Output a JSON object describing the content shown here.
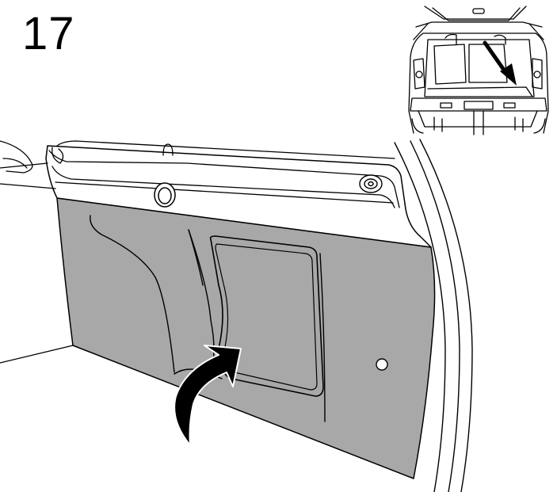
{
  "step": {
    "number": "17"
  },
  "illustration": {
    "main_view": "trunk-side-trim-panel-with-access-cover",
    "inset_view": "vehicle-rear-with-open-tailgate",
    "arrow_icon": "curved-arrow-icon",
    "pointer_icon": "pointer-arrow-icon"
  },
  "colors": {
    "line": "#000000",
    "panel_fill": "#a8a8a8",
    "background": "#ffffff"
  }
}
